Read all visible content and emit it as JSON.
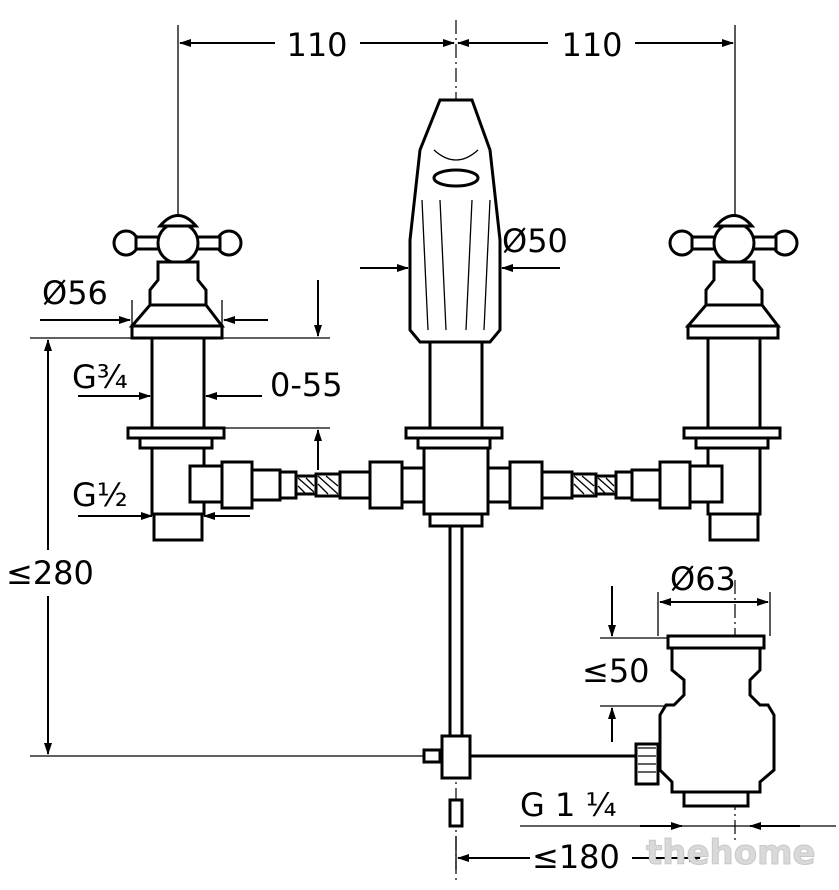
{
  "dimensions": {
    "left_spacing": "110",
    "right_spacing": "110",
    "spout_diameter": "Ø50",
    "handle_diameter": "Ø56",
    "inlet_thread": "G¾",
    "adjust_range": "0-55",
    "connection_thread": "G½",
    "total_height": "≤280",
    "waste_diameter": "Ø63",
    "waste_height": "≤50",
    "waste_thread": "G 1 ¼",
    "rod_length": "≤180"
  },
  "watermark": "thehome",
  "colors": {
    "line": "#000000",
    "background": "#ffffff",
    "watermark": "#d0d0d0"
  }
}
